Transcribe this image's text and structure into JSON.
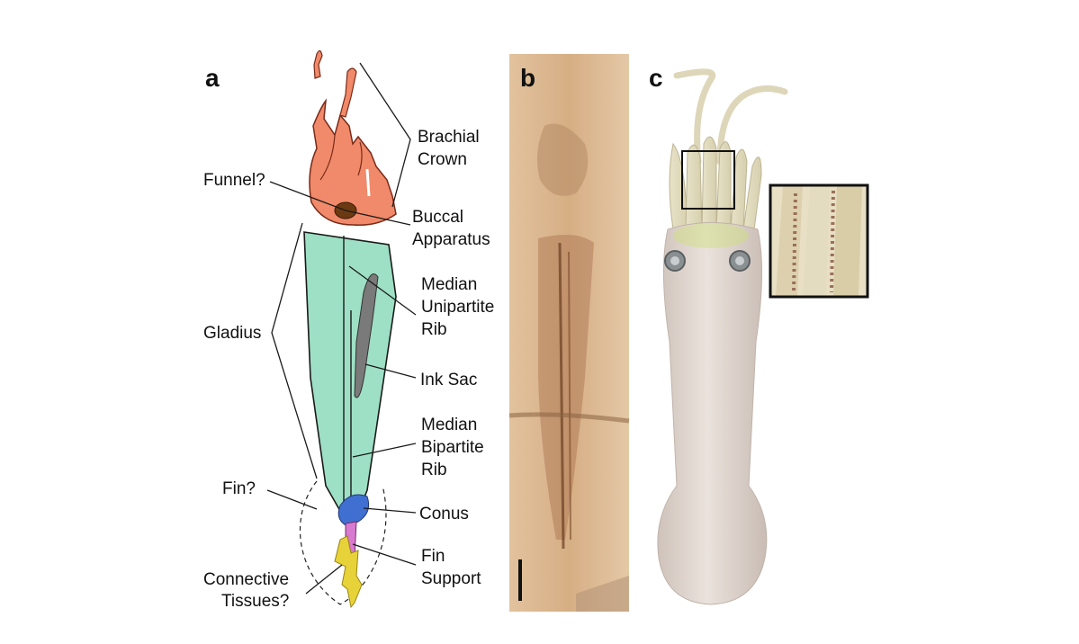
{
  "panels": {
    "a": "a",
    "b": "b",
    "c": "c"
  },
  "labels": {
    "brachial_crown": [
      "Brachial",
      "Crown"
    ],
    "funnel": "Funnel?",
    "buccal_apparatus": [
      "Buccal",
      "Apparatus"
    ],
    "gladius": "Gladius",
    "median_unipartite_rib": [
      "Median",
      "Unipartite",
      "Rib"
    ],
    "ink_sac": "Ink Sac",
    "median_bipartite_rib": [
      "Median",
      "Bipartite",
      "Rib"
    ],
    "fin": "Fin?",
    "conus": "Conus",
    "fin_support": [
      "Fin",
      "Support"
    ],
    "connective_tissues": [
      "Connective",
      "Tissues?"
    ]
  },
  "colors": {
    "brachial_crown": "#f08a6a",
    "buccal_apparatus": "#6b3a12",
    "gladius": "#9ee0c5",
    "ink_sac": "#7a7a7a",
    "conus": "#3f6fd0",
    "fin_support": "#d77ad0",
    "connective_tissues": "#e8d23a",
    "fossil_matrix": "#d9b48c",
    "squid_body": "#d8cfc8"
  }
}
